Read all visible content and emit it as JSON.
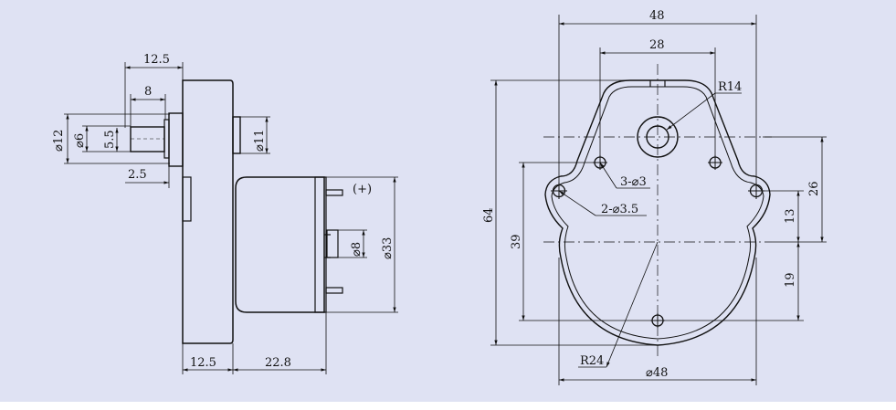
{
  "colors": {
    "background": "#dfe2f3",
    "line": "#111111",
    "white": "#ffffff"
  },
  "side_view": {
    "dims": {
      "shaft_length": "12.5",
      "shaft_step": "8",
      "body_dia": "⌀12",
      "shaft_dia": "⌀6",
      "flat": "5.5",
      "boss_dia": "⌀11",
      "shoulder": "2.5",
      "polarity": "(+)",
      "terminal_dia": "⌀8",
      "motor_dia": "⌀33",
      "gearbox_width": "12.5",
      "motor_length": "22.8"
    }
  },
  "front_view": {
    "dims": {
      "overall_width": "48",
      "hole_spacing": "28",
      "radius_top": "R14",
      "holes_3": "3-⌀3",
      "holes_2": "2-⌀3.5",
      "overall_height": "64",
      "mount_height": "39",
      "top_offset": "26",
      "hole_offset": "13",
      "bottom_offset": "19",
      "radius_body": "R24",
      "body_dia": "⌀48"
    }
  }
}
